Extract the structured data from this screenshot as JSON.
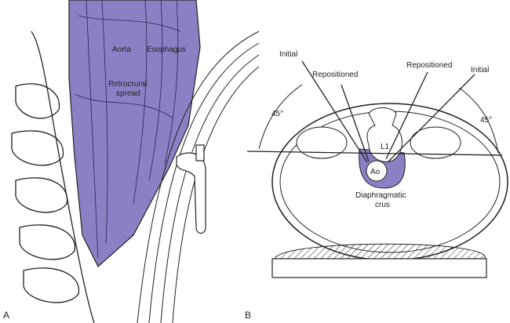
{
  "colors": {
    "tissue": "#8c80c4",
    "line": "#222222"
  },
  "panel_a": {
    "letter": "A",
    "aorta": "Aorta",
    "esophagus": "Esophagus",
    "retrocrural_line1": "Retrocrural",
    "retrocrural_line2": "spread"
  },
  "panel_b": {
    "letter": "B",
    "initial_left": "Initial",
    "repositioned_left": "Repositioned",
    "repositioned_right": "Repositioned",
    "initial_right": "Initial",
    "angle_left": "45°",
    "angle_right": "45°",
    "vertebra": "L1",
    "aorta": "Ao",
    "crus_line1": "Diaphragmatic",
    "crus_line2": "crus"
  }
}
